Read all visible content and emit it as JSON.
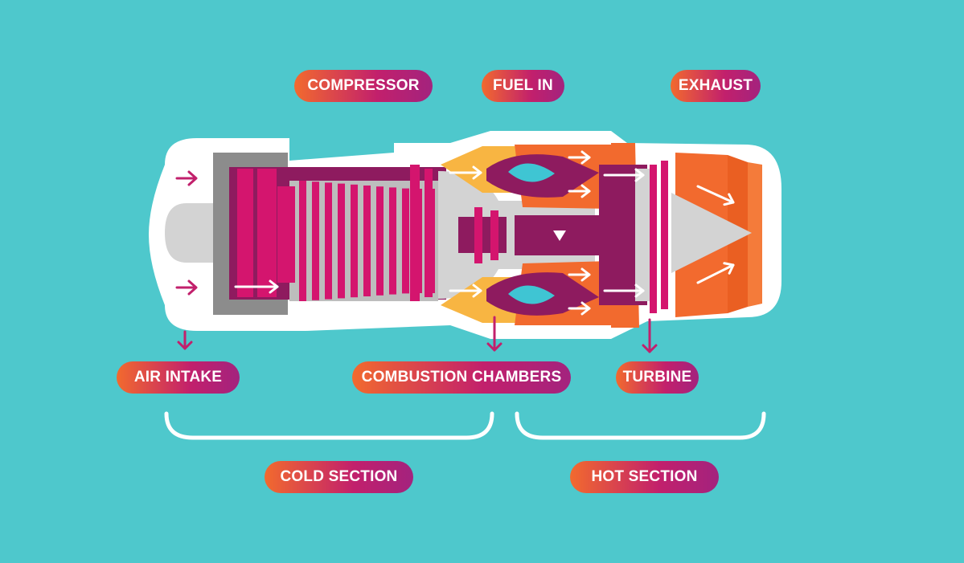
{
  "colors": {
    "background": "#4ec8cc",
    "outline": "#ffffff",
    "casing_gray": "#8c8c8c",
    "compressor_magenta": "#d4156e",
    "compressor_dark": "#8e1b5f",
    "hot_orange": "#f26a2e",
    "combustion_yellow": "#f8b542",
    "flame_cyan": "#3fc5d3",
    "core_gray": "#d3d3d3",
    "arrow_magenta": "#c2206c",
    "arrow_white": "#ffffff"
  },
  "labels": {
    "compressor": "COMPRESSOR",
    "fuel_in": "FUEL IN",
    "exhaust": "EXHAUST",
    "air_intake": "AIR INTAKE",
    "combustion_chambers": "COMBUSTION CHAMBERS",
    "turbine": "TURBINE",
    "cold_section": "COLD SECTION",
    "hot_section": "HOT SECTION"
  },
  "icons": {
    "intake_arrow": "arrow-right-icon",
    "flow_arrow": "arrow-right-icon",
    "pointer_arrow": "arrow-down-icon",
    "flame": "flame-icon",
    "center_marker": "triangle-down-icon"
  }
}
